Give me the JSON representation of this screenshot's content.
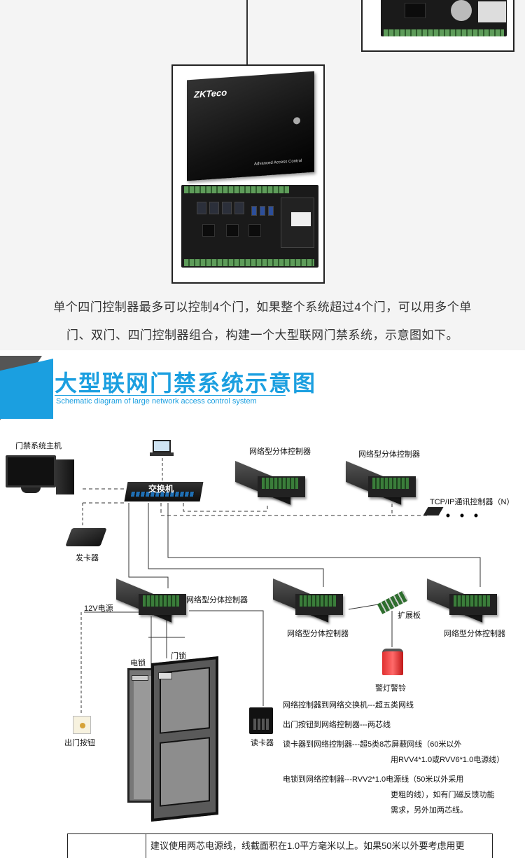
{
  "product": {
    "brand": "ZKTeco",
    "lid_caption": "Advanced Access Control"
  },
  "description": {
    "line1": "单个四门控制器最多可以控制4个门，如果整个系统超过4个门，可以用多个单",
    "line2": "门、双门、四门控制器组合，构建一个大型联网门禁系统，示意图如下。"
  },
  "banner": {
    "title": "大型联网门禁系统示意图",
    "subtitle": "Schematic diagram of large network access control system",
    "accent_color": "#1b9fe0"
  },
  "diagram": {
    "host_label": "门禁系统主机",
    "switch_label": "交换机",
    "issuer_label": "发卡器",
    "controller_top1": "网络型分体控制器",
    "controller_top2": "网络型分体控制器",
    "tcp_label": "TCP/IP通讯控制器（N）",
    "power_label": "12V电源",
    "controller_main": "网络型分体控制器",
    "controller_mid": "网络型分体控制器",
    "controller_right": "网络型分体控制器",
    "expansion_label": "扩展板",
    "alarm_label": "警灯警铃",
    "maglock_label": "电锁",
    "doorlock_label": "门锁",
    "exit_button_label": "出门按钮",
    "reader_label": "读卡器"
  },
  "notes": [
    "网络控制器到网络交换机---超五类网线",
    "出门按钮到网络控制器---两芯线",
    "读卡器到网络控制器---超5类8芯屏蔽网线（60米以外",
    "用RVV4*1.0或RVV6*1.0电源线）",
    "电锁到网络控制器---RVV2*1.0电源线（50米以外采用",
    "更粗的线），如有门磁反馈功能",
    "需求，另外加两芯线。"
  ],
  "bottom_table": {
    "row1": "建议使用两芯电源线，线截面积在1.0平方毫米以上。如果50米以外要考虑用更"
  }
}
